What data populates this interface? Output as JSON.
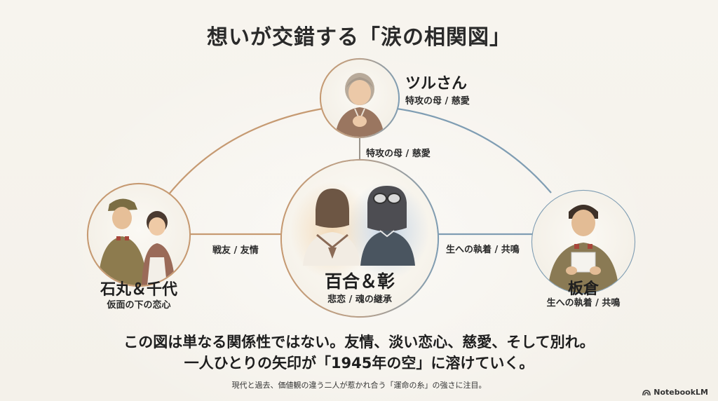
{
  "title": "想いが交錯する「涙の相関図」",
  "colors": {
    "background": "#f6f3ec",
    "warm_line": "#c69a72",
    "cool_line": "#7f9db3",
    "text": "#222222"
  },
  "nodes": {
    "top": {
      "name": "ツルさん",
      "subtitle": "特攻の母 / 慈愛",
      "portrait": "elderly-woman-praying-portrait"
    },
    "left": {
      "name": "石丸＆千代",
      "subtitle": "仮面の下の恋心",
      "portrait": "soldier-and-woman-in-apron-portrait"
    },
    "center": {
      "name": "百合＆彰",
      "subtitle": "悲恋 / 魂の継承",
      "portrait": "schoolgirl-and-pilot-silhouettes"
    },
    "right": {
      "name": "板倉",
      "subtitle": "生への執着 / 共鳴",
      "portrait": "soldier-reading-letter-portrait"
    }
  },
  "edges": {
    "top_center": "特攻の母 / 慈愛",
    "left_center": "戦友 / 友情",
    "center_right": "生への執着 / 共鳴"
  },
  "caption": {
    "line1": "この図は単なる関係性ではない。友情、淡い恋心、慈愛、そして別れ。",
    "line2": "一人ひとりの矢印が「1945年の空」に溶けていく。",
    "footnote": "現代と過去、価値観の違う二人が惹かれ合う「運命の糸」の強さに注目。"
  },
  "brand": {
    "label": "NotebookLM",
    "icon": "notebooklm-logo-icon"
  }
}
